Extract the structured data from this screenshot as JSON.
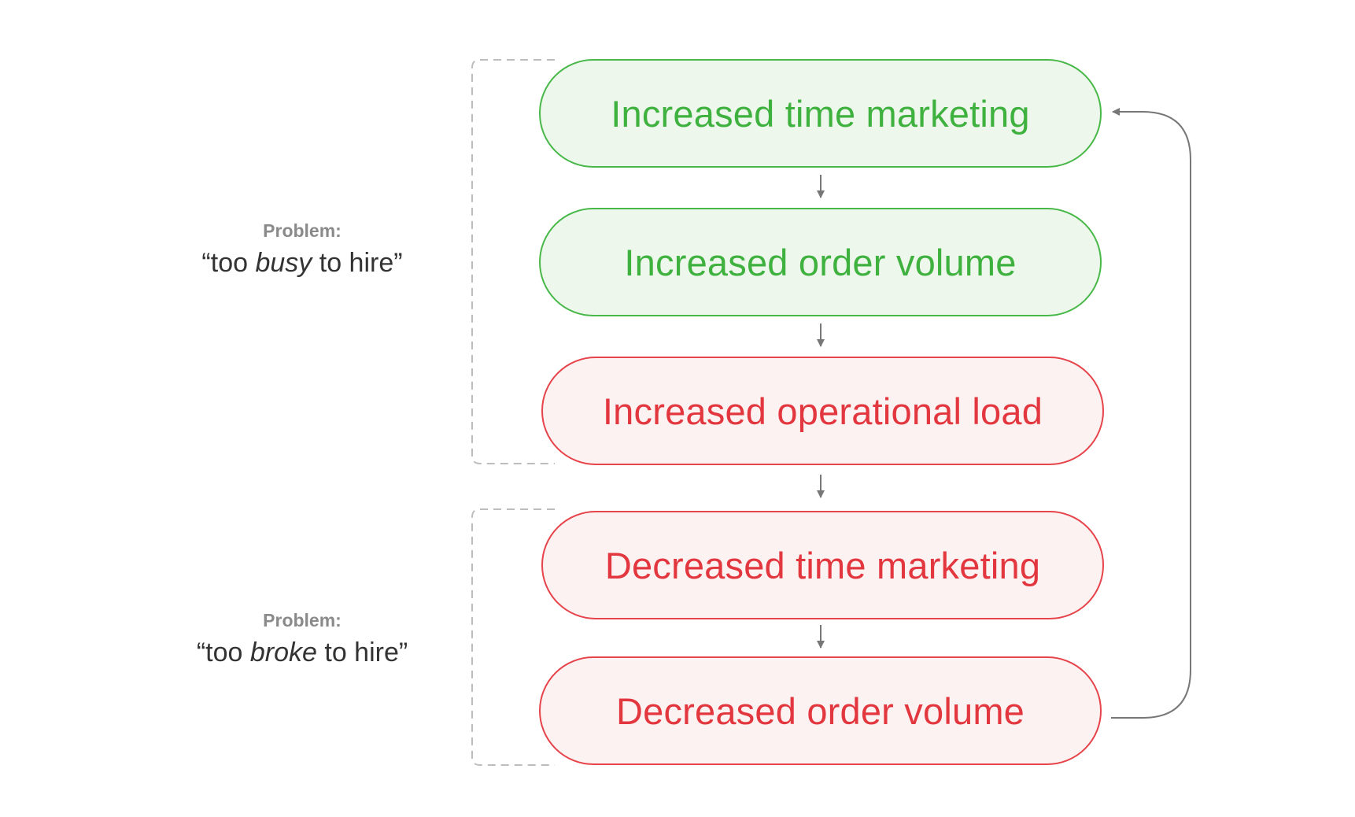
{
  "nodes": [
    {
      "label": "Increased time marketing",
      "status": "positive"
    },
    {
      "label": "Increased order volume",
      "status": "positive"
    },
    {
      "label": "Increased operational load",
      "status": "negative"
    },
    {
      "label": "Decreased time marketing",
      "status": "negative"
    },
    {
      "label": "Decreased order volume",
      "status": "negative"
    }
  ],
  "problems": [
    {
      "label": "Problem:",
      "quote_prefix": "“too ",
      "quote_emphasis": "busy",
      "quote_suffix": " to hire”"
    },
    {
      "label": "Problem:",
      "quote_prefix": "“too ",
      "quote_emphasis": "broke",
      "quote_suffix": " to hire”"
    }
  ],
  "colors": {
    "positive_text": "#3fb13f",
    "positive_border": "#48b848",
    "positive_fill": "#edf7ec",
    "negative_text": "#e3373f",
    "negative_border": "#e6434a",
    "negative_fill": "#fdf2f2",
    "connector": "#777777",
    "bracket": "#bdbdbd"
  }
}
